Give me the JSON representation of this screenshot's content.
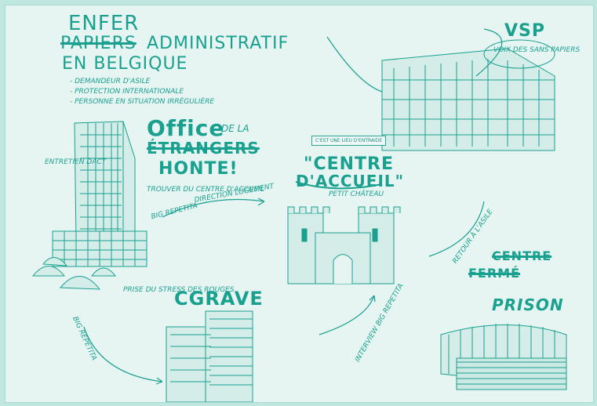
{
  "colors": {
    "ink": "#19a08f",
    "paper": "#e6f5f2",
    "frame": "#bfe6df"
  },
  "title": {
    "line1": "ENFER",
    "crossed_word": "PAPIERS",
    "line2_suffix": "ADMINISTRATIF",
    "line3": "EN BELGIQUE",
    "bullets": [
      "- DEMANDEUR D'ASILE",
      "- PROTECTION INTERNATIONALE",
      "- PERSONNE EN SITUATION IRRÉGULIÈRE"
    ]
  },
  "office": {
    "heading1": "Office",
    "heading1_suffix": "DE LA",
    "crossed_word": "ÉTRANGERS",
    "heading2": "HONTE!",
    "notes": [
      "ENTRETIEN DACT",
      "BIG REPETITA",
      "TROUVER DU CENTRE D'ACCUEIL",
      "PRISE DU STRESS DES ROUGES"
    ]
  },
  "vsp": {
    "heading": "VSP",
    "subtitle": "VOIX DES SANS PAPIERS",
    "note": "C'EST UNE LIEU D'ENTRAIDE"
  },
  "centre": {
    "heading1": "\"CENTRE",
    "heading2": "D'ACCUEIL\"",
    "subtitle": "PETIT CHÂTEAU"
  },
  "cgrave": {
    "heading": "CGRAVE"
  },
  "prison": {
    "crossed1": "CENTRE",
    "crossed2": "FERMÉ",
    "heading": "PRISON"
  },
  "arrows": {
    "direction": "DIRECTION LOGEMENT",
    "big1": "BIG REPETITA",
    "big2": "BIG REPETITA",
    "interview": "INTERVIEW BIG REPETITA",
    "retour": "RETOUR À L'ASILE"
  }
}
